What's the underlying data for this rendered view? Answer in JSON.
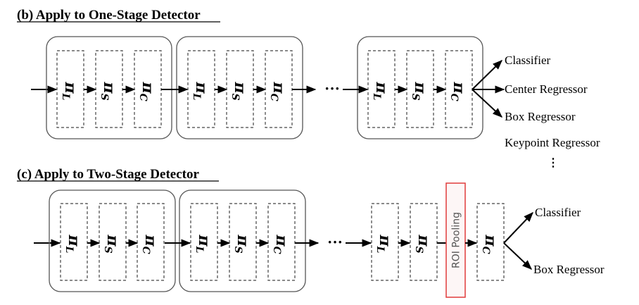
{
  "sections": {
    "one_stage": {
      "heading": "(b) Apply to One-Stage Detector",
      "groups": [
        {
          "modules": [
            "L",
            "S",
            "C"
          ]
        },
        {
          "modules": [
            "L",
            "S",
            "C"
          ]
        },
        {
          "modules": [
            "L",
            "S",
            "C"
          ]
        }
      ],
      "ellipsis": "···",
      "outputs": [
        "Classifier",
        "Center Regressor",
        "Box Regressor",
        "Keypoint Regressor"
      ],
      "more_outputs": "⋮"
    },
    "two_stage": {
      "heading": "(c) Apply to Two-Stage Detector",
      "groups": [
        {
          "modules": [
            "L",
            "S",
            "C"
          ]
        },
        {
          "modules": [
            "L",
            "S",
            "C"
          ]
        }
      ],
      "ellipsis": "···",
      "tail_modules": [
        "L",
        "S"
      ],
      "roi_label": "ROI Pooling",
      "final_module": "C",
      "outputs": [
        "Classifier",
        "Box Regressor"
      ]
    }
  },
  "symbols": {
    "pi": "π"
  },
  "colors": {
    "line": "#000000",
    "outer_box": "#555555",
    "dashed_box": "#444444",
    "roi_border": "#e03c3c",
    "roi_fill": "#fdf6f6"
  }
}
